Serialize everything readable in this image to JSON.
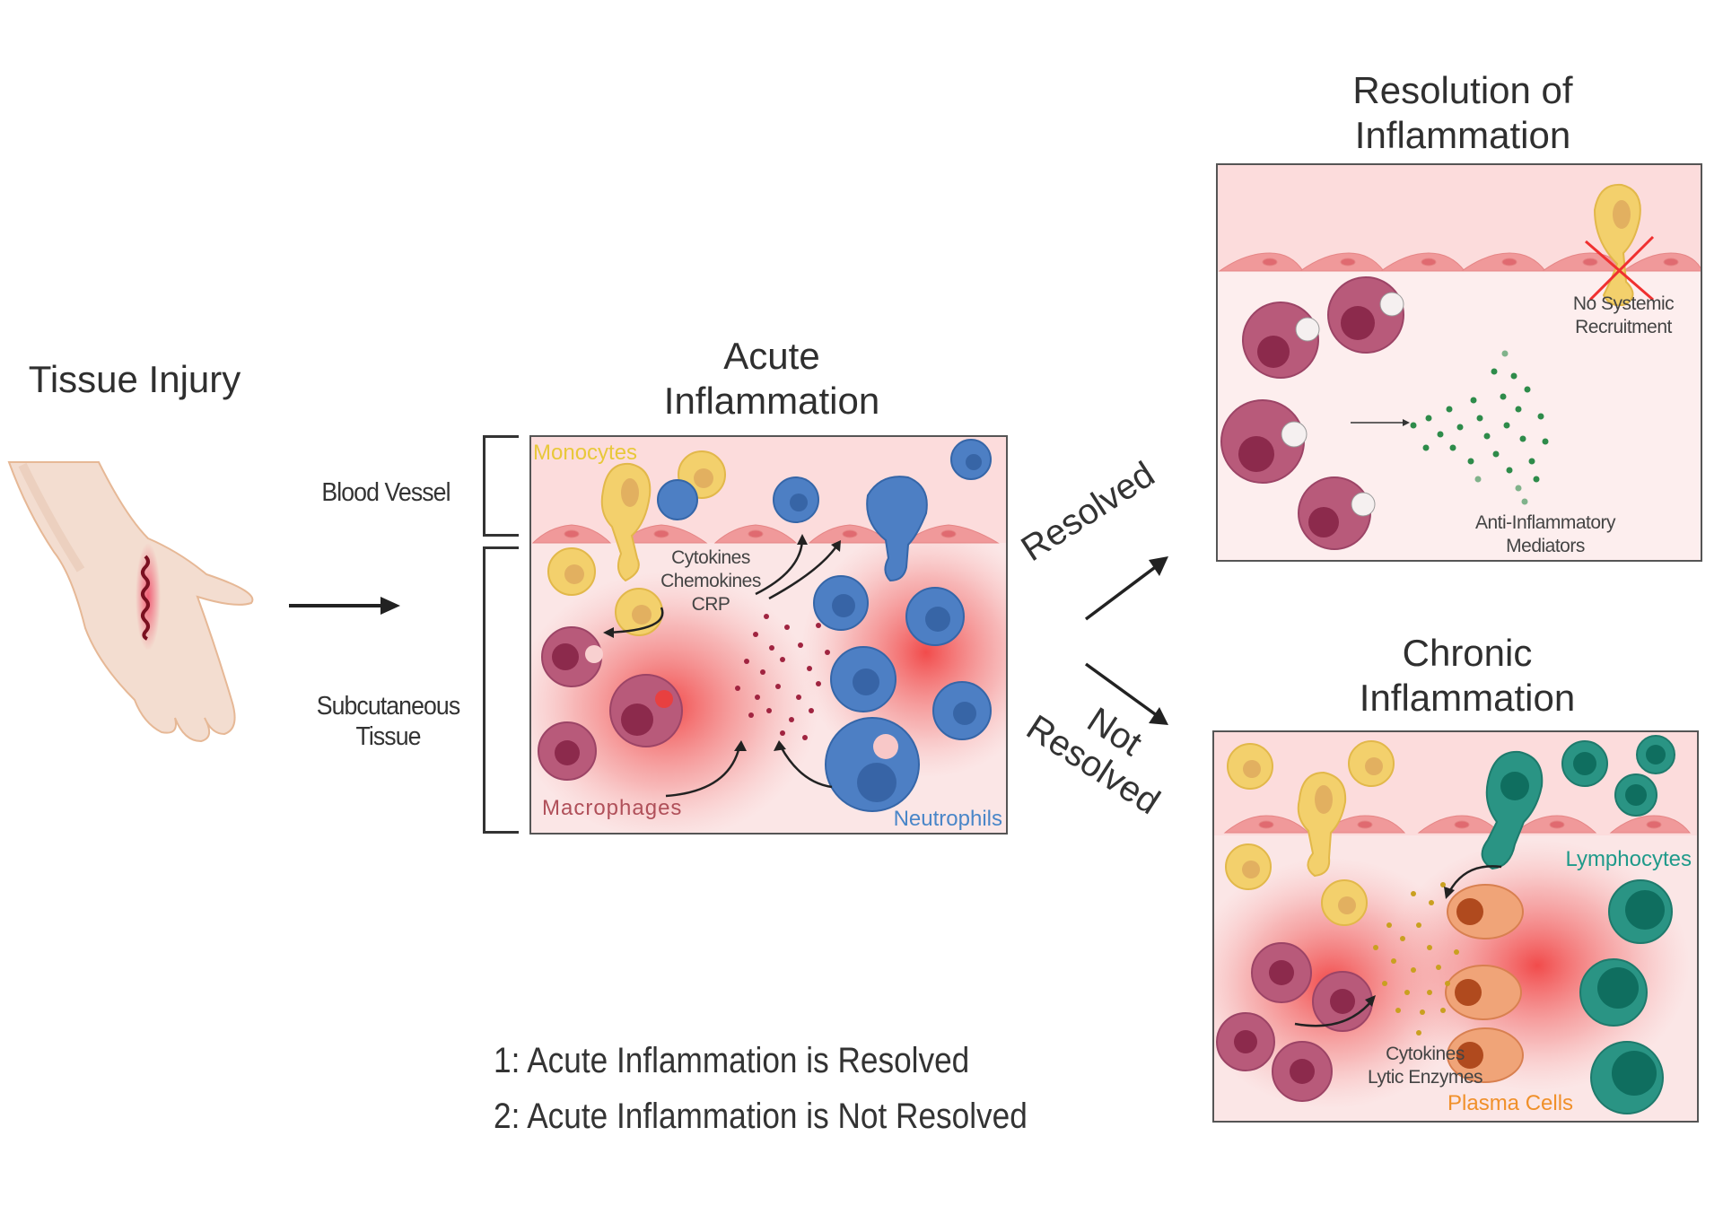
{
  "stages": {
    "injury": {
      "title": "Tissue Injury"
    },
    "acute": {
      "title_line1": "Acute",
      "title_line2": "Inflammation",
      "labels": {
        "monocytes": "Monocytes",
        "macrophages": "Macrophages",
        "neutrophils": "Neutrophils",
        "mediators_line1": "Cytokines",
        "mediators_line2": "Chemokines",
        "mediators_line3": "CRP"
      }
    },
    "resolution": {
      "title_line1": "Resolution of",
      "title_line2": "Inflammation",
      "labels": {
        "no_recruitment_line1": "No Systemic",
        "no_recruitment_line2": "Recruitment",
        "anti_line1": "Anti-Inflammatory",
        "anti_line2": "Mediators"
      }
    },
    "chronic": {
      "title_line1": "Chronic",
      "title_line2": "Inflammation",
      "labels": {
        "lymphocytes": "Lymphocytes",
        "plasma_cells": "Plasma Cells",
        "mediators_line1": "Cytokines",
        "mediators_line2": "Lytic Enzymes"
      }
    }
  },
  "tissue_labels": {
    "blood_vessel": "Blood Vessel",
    "subcutaneous_line1": "Subcutaneous",
    "subcutaneous_line2": "Tissue"
  },
  "branches": {
    "resolved": "Resolved",
    "not_resolved_line1": "Not",
    "not_resolved_line2": "Resolved"
  },
  "legend": [
    "1: Acute Inflammation is Resolved",
    "2: Acute Inflammation is Not Resolved"
  ],
  "colors": {
    "monocyte": "#e8c83a",
    "macrophage": "#b0505a",
    "neutrophil": "#4a86c8",
    "lymphocyte": "#1f9a8a",
    "plasma": "#f0902a",
    "anti_inflammatory": "#2e8b4a",
    "inflammation_red": "#f04848"
  }
}
